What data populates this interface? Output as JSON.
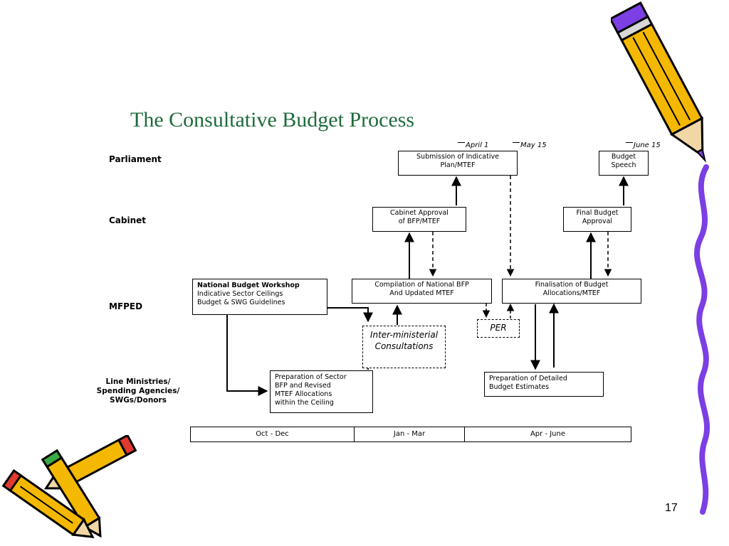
{
  "title": "The Consultative Budget Process",
  "lanes": {
    "parliament": "Parliament",
    "cabinet": "Cabinet",
    "mfped": "MFPED",
    "line_ministries": [
      "Line Ministries/",
      "Spending Agencies/",
      "SWGs/Donors"
    ]
  },
  "dates": {
    "april": "April 1",
    "may": "May 15",
    "june": "June 15"
  },
  "boxes": {
    "workshop": [
      "National Budget Workshop",
      "Indicative Sector Ceilings",
      "Budget & SWG Guidelines"
    ],
    "submission": [
      "Submission of Indicative",
      "Plan/MTEF"
    ],
    "budget_speech": [
      "Budget",
      "Speech"
    ],
    "cabinet_approval": [
      "Cabinet Approval",
      "of BFP/MTEF"
    ],
    "final_approval": [
      "Final Budget",
      "Approval"
    ],
    "compilation": [
      "Compilation of National BFP",
      "And Updated MTEF"
    ],
    "finalisation": [
      "Finalisation of Budget",
      "Allocations/MTEF"
    ],
    "interministerial": [
      "Inter-ministerial",
      "Consultations"
    ],
    "per": "PER",
    "sector_prep": [
      "Preparation of Sector",
      "BFP and Revised",
      "MTEF Allocations",
      "within the Ceiling"
    ],
    "detailed_estimates": [
      "Preparation of Detailed",
      "Budget Estimates"
    ]
  },
  "timeline": [
    "Oct - Dec",
    "Jan - Mar",
    "Apr - June"
  ],
  "page_number": "17",
  "colors": {
    "title": "#1f6b3a",
    "pencil_body": "#f5b800",
    "pencil_outline": "#000000",
    "pencil_eraser": "#7b3fe4",
    "squiggle": "#7b3fe4"
  },
  "decorations": [
    "pencil-icon-top-right",
    "squiggle-line-right",
    "pencils-icon-bottom-left"
  ]
}
